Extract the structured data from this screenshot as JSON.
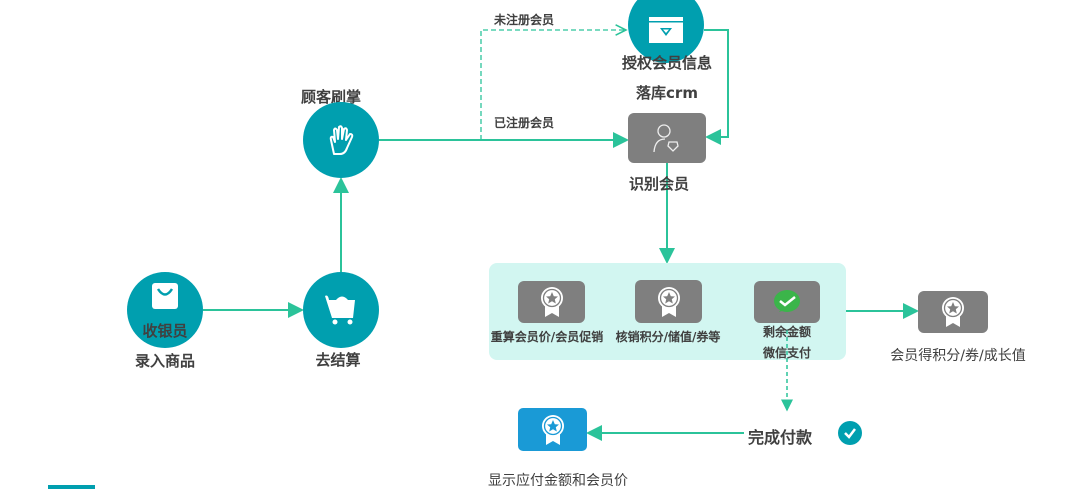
{
  "nodes": {
    "cashier": {
      "title": "收银员",
      "subtitle": "录入商品",
      "icon": "shopping-bag-icon"
    },
    "checkout": {
      "label": "去结算",
      "icon": "shopping-cart-icon"
    },
    "palm": {
      "label": "顾客刷掌",
      "icon": "palm-icon"
    },
    "authorize": {
      "label1": "授权会员信息",
      "label2": "落库crm",
      "icon": "membership-card-icon"
    },
    "identify": {
      "label": "识别会员",
      "icon": "member-user-icon"
    },
    "recalc": {
      "label": "重算会员价/会员促销",
      "icon": "badge-icon"
    },
    "redeem": {
      "label": "核销积分/储值/券等",
      "icon": "badge-icon"
    },
    "wechat": {
      "label1": "剩余金额",
      "label2": "微信支付",
      "icon": "wechat-pay-icon"
    },
    "rewards": {
      "label": "会员得积分/券/成长值",
      "icon": "badge-icon"
    },
    "complete": {
      "label": "完成付款",
      "icon": "check-circle-icon"
    },
    "display": {
      "label": "显示应付金额和会员价",
      "icon": "badge-icon"
    }
  },
  "edges": {
    "unregistered": "未注册会员",
    "registered": "已注册会员"
  },
  "colors": {
    "teal": "#009faf",
    "line": "#2bc39a",
    "gray": "#7f7f7f",
    "panel": "#d2f6f1",
    "blue": "#1a9ad6"
  }
}
